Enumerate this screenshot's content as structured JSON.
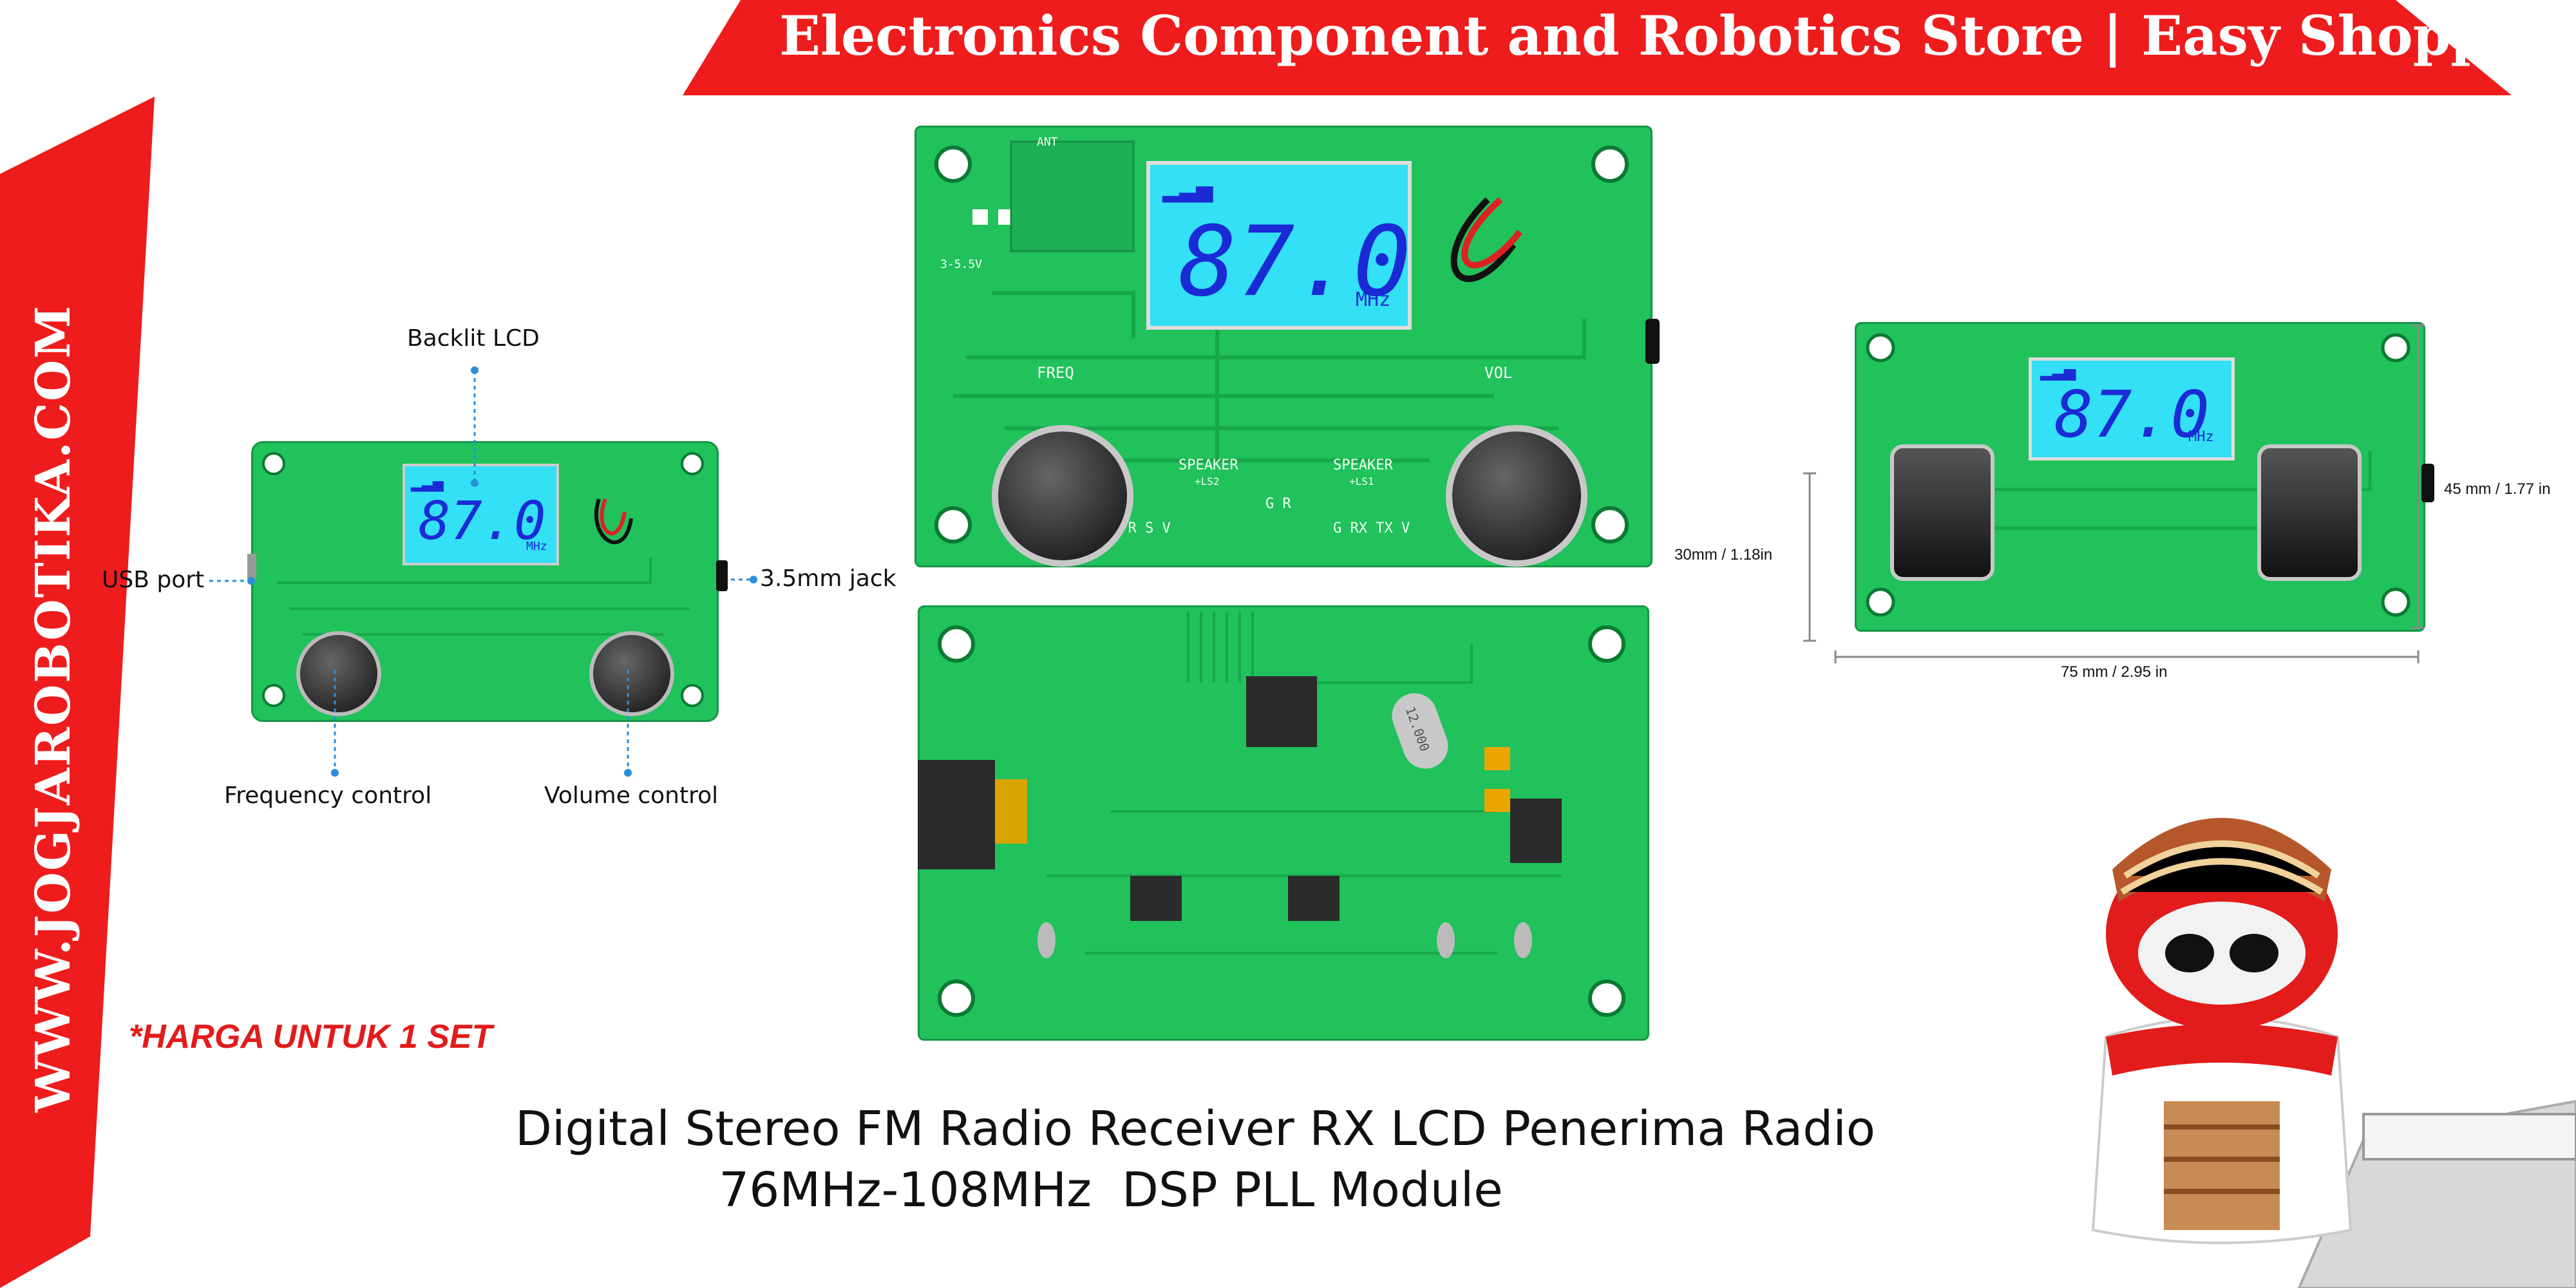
{
  "header": {
    "title": "Electronics Component and Robotics Store | Easy Shopping",
    "banner_color": "#ee1c1c"
  },
  "side_banner": {
    "text": "WWW.JOGJAROBOTIKA.COM",
    "color": "#ee1c1c"
  },
  "left_module": {
    "callouts": {
      "backlit_lcd": "Backlit LCD",
      "usb_port": "USB port",
      "jack": "3.5mm jack",
      "frequency_control": "Frequency control",
      "volume_control": "Volume control"
    }
  },
  "lcd": {
    "frequency": "87.0",
    "unit": "MHz"
  },
  "silkscreen": {
    "freq": "FREQ",
    "vol": "VOL",
    "speaker": "SPEAKER",
    "ls1": "+LS1",
    "ls2": "+LS2",
    "ant": "ANT",
    "voltage": "3-5.5V",
    "pins_left": "G R S V",
    "pins_right": "G RX TX V",
    "gr": "G R",
    "crystal": "12.000"
  },
  "dimensions": {
    "height_mm": "45 mm / 1.77 in",
    "depth_mm": "30mm / 1.18in",
    "width_mm": "75 mm / 2.95 in"
  },
  "price_note": "*HARGA UNTUK 1 SET",
  "product_title": {
    "line1": "Digital Stereo FM Radio Receiver RX LCD Penerima Radio",
    "line2": "76MHz-108MHz  DSP PLL Module"
  },
  "colors": {
    "pcb_green": "#1fbf5a",
    "lcd_blue": "#33e0f5",
    "accent_red": "#e21b1b"
  },
  "icons": {
    "mascot": "robot-mascot-icon",
    "signal": "signal-bars-icon"
  }
}
